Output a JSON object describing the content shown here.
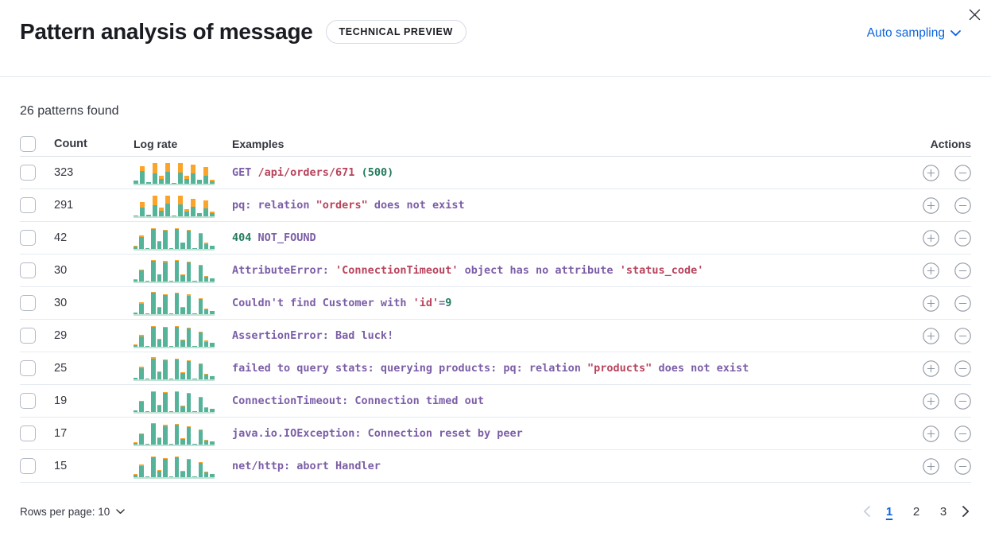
{
  "header": {
    "title": "Pattern analysis of message",
    "badge": "TECHNICAL PREVIEW",
    "sampling_label": "Auto sampling"
  },
  "summary": "26 patterns found",
  "table": {
    "columns": {
      "count": "Count",
      "log_rate": "Log rate",
      "examples": "Examples",
      "actions": "Actions"
    },
    "rows": [
      {
        "count": "323",
        "example": [
          {
            "t": "GET ",
            "c": "p"
          },
          {
            "t": "/api/orders/671",
            "c": "r"
          },
          {
            "t": " ",
            "c": "p"
          },
          {
            "t": "(500)",
            "c": "g"
          }
        ],
        "bars": [
          [
            4,
            0
          ],
          [
            16,
            6
          ],
          [
            2,
            0
          ],
          [
            13,
            13
          ],
          [
            6,
            4
          ],
          [
            15,
            11
          ],
          [
            1,
            0
          ],
          [
            14,
            12
          ],
          [
            6,
            4
          ],
          [
            13,
            11
          ],
          [
            5,
            0
          ],
          [
            10,
            11
          ],
          [
            3,
            2
          ]
        ]
      },
      {
        "count": "291",
        "example": [
          {
            "t": "pq: relation ",
            "c": "p"
          },
          {
            "t": "\"orders\"",
            "c": "r"
          },
          {
            "t": " does not exist",
            "c": "p"
          }
        ],
        "bars": [
          [
            1,
            0
          ],
          [
            11,
            7
          ],
          [
            2,
            0
          ],
          [
            14,
            12
          ],
          [
            7,
            4
          ],
          [
            16,
            10
          ],
          [
            1,
            0
          ],
          [
            15,
            11
          ],
          [
            6,
            3
          ],
          [
            12,
            10
          ],
          [
            4,
            0
          ],
          [
            10,
            10
          ],
          [
            4,
            2
          ]
        ]
      },
      {
        "count": "42",
        "example": [
          {
            "t": "404",
            "c": "g"
          },
          {
            "t": " NOT_FOUND",
            "c": "p"
          }
        ],
        "bars": [
          [
            3,
            1
          ],
          [
            15,
            2
          ],
          [
            1,
            0
          ],
          [
            25,
            1
          ],
          [
            9,
            1
          ],
          [
            23,
            1
          ],
          [
            1,
            0
          ],
          [
            25,
            1
          ],
          [
            8,
            0
          ],
          [
            23,
            1
          ],
          [
            1,
            0
          ],
          [
            19,
            1
          ],
          [
            6,
            2
          ],
          [
            4,
            0
          ]
        ]
      },
      {
        "count": "30",
        "example": [
          {
            "t": "AttributeError: ",
            "c": "p"
          },
          {
            "t": "'ConnectionTimeout'",
            "c": "r"
          },
          {
            "t": " object has no attribute ",
            "c": "p"
          },
          {
            "t": "'status_code'",
            "c": "r"
          }
        ],
        "bars": [
          [
            2,
            1
          ],
          [
            14,
            1
          ],
          [
            1,
            0
          ],
          [
            26,
            1
          ],
          [
            9,
            0
          ],
          [
            24,
            2
          ],
          [
            1,
            0
          ],
          [
            26,
            1
          ],
          [
            8,
            1
          ],
          [
            24,
            1
          ],
          [
            1,
            0
          ],
          [
            20,
            1
          ],
          [
            6,
            1
          ],
          [
            4,
            0
          ]
        ]
      },
      {
        "count": "30",
        "example": [
          {
            "t": "Couldn't find Customer with ",
            "c": "p"
          },
          {
            "t": "'id'",
            "c": "r"
          },
          {
            "t": "=",
            "c": "p"
          },
          {
            "t": "9",
            "c": "g"
          }
        ],
        "bars": [
          [
            2,
            0
          ],
          [
            13,
            2
          ],
          [
            1,
            0
          ],
          [
            27,
            1
          ],
          [
            8,
            1
          ],
          [
            24,
            1
          ],
          [
            1,
            0
          ],
          [
            26,
            1
          ],
          [
            8,
            1
          ],
          [
            23,
            2
          ],
          [
            1,
            0
          ],
          [
            19,
            1
          ],
          [
            6,
            1
          ],
          [
            4,
            0
          ]
        ]
      },
      {
        "count": "29",
        "example": [
          {
            "t": "AssertionError: Bad luck!",
            "c": "p"
          }
        ],
        "bars": [
          [
            2,
            1
          ],
          [
            13,
            2
          ],
          [
            1,
            0
          ],
          [
            25,
            1
          ],
          [
            9,
            1
          ],
          [
            24,
            1
          ],
          [
            1,
            0
          ],
          [
            25,
            1
          ],
          [
            8,
            1
          ],
          [
            23,
            1
          ],
          [
            1,
            0
          ],
          [
            18,
            1
          ],
          [
            6,
            2
          ],
          [
            5,
            0
          ]
        ]
      },
      {
        "count": "25",
        "example": [
          {
            "t": "failed to query stats: querying products: pq: relation ",
            "c": "p"
          },
          {
            "t": "\"products\"",
            "c": "r"
          },
          {
            "t": " does not exist",
            "c": "p"
          }
        ],
        "bars": [
          [
            2,
            0
          ],
          [
            14,
            2
          ],
          [
            1,
            0
          ],
          [
            26,
            2
          ],
          [
            9,
            1
          ],
          [
            24,
            1
          ],
          [
            1,
            0
          ],
          [
            25,
            1
          ],
          [
            8,
            1
          ],
          [
            23,
            1
          ],
          [
            1,
            0
          ],
          [
            19,
            1
          ],
          [
            6,
            1
          ],
          [
            4,
            0
          ]
        ]
      },
      {
        "count": "19",
        "example": [
          {
            "t": "ConnectionTimeout: Connection timed out",
            "c": "p"
          }
        ],
        "bars": [
          [
            2,
            0
          ],
          [
            13,
            1
          ],
          [
            1,
            0
          ],
          [
            25,
            1
          ],
          [
            8,
            1
          ],
          [
            24,
            1
          ],
          [
            1,
            0
          ],
          [
            25,
            1
          ],
          [
            7,
            1
          ],
          [
            23,
            1
          ],
          [
            1,
            0
          ],
          [
            18,
            1
          ],
          [
            5,
            1
          ],
          [
            4,
            0
          ]
        ]
      },
      {
        "count": "17",
        "example": [
          {
            "t": "java.io.IOException: Connection reset by peer",
            "c": "p"
          }
        ],
        "bars": [
          [
            2,
            1
          ],
          [
            13,
            1
          ],
          [
            1,
            0
          ],
          [
            26,
            1
          ],
          [
            8,
            1
          ],
          [
            23,
            2
          ],
          [
            1,
            0
          ],
          [
            25,
            1
          ],
          [
            7,
            1
          ],
          [
            22,
            1
          ],
          [
            1,
            0
          ],
          [
            18,
            1
          ],
          [
            5,
            1
          ],
          [
            4,
            0
          ]
        ]
      },
      {
        "count": "15",
        "example": [
          {
            "t": "net/http: abort Handler",
            "c": "p"
          }
        ],
        "bars": [
          [
            3,
            1
          ],
          [
            14,
            2
          ],
          [
            1,
            0
          ],
          [
            25,
            1
          ],
          [
            8,
            1
          ],
          [
            23,
            1
          ],
          [
            1,
            0
          ],
          [
            25,
            1
          ],
          [
            7,
            1
          ],
          [
            22,
            1
          ],
          [
            1,
            0
          ],
          [
            18,
            1
          ],
          [
            6,
            1
          ],
          [
            4,
            0
          ]
        ]
      }
    ]
  },
  "footer": {
    "rows_per_page_label": "Rows per page: 10",
    "pages": [
      "1",
      "2",
      "3"
    ],
    "current_page": "1"
  },
  "colors": {
    "accent_blue": "#0b64dd",
    "bar_teal": "#54b399",
    "bar_orange": "#fca429",
    "token_purple": "#7b5ea7",
    "token_red": "#b8435c",
    "token_green": "#207b5c"
  }
}
